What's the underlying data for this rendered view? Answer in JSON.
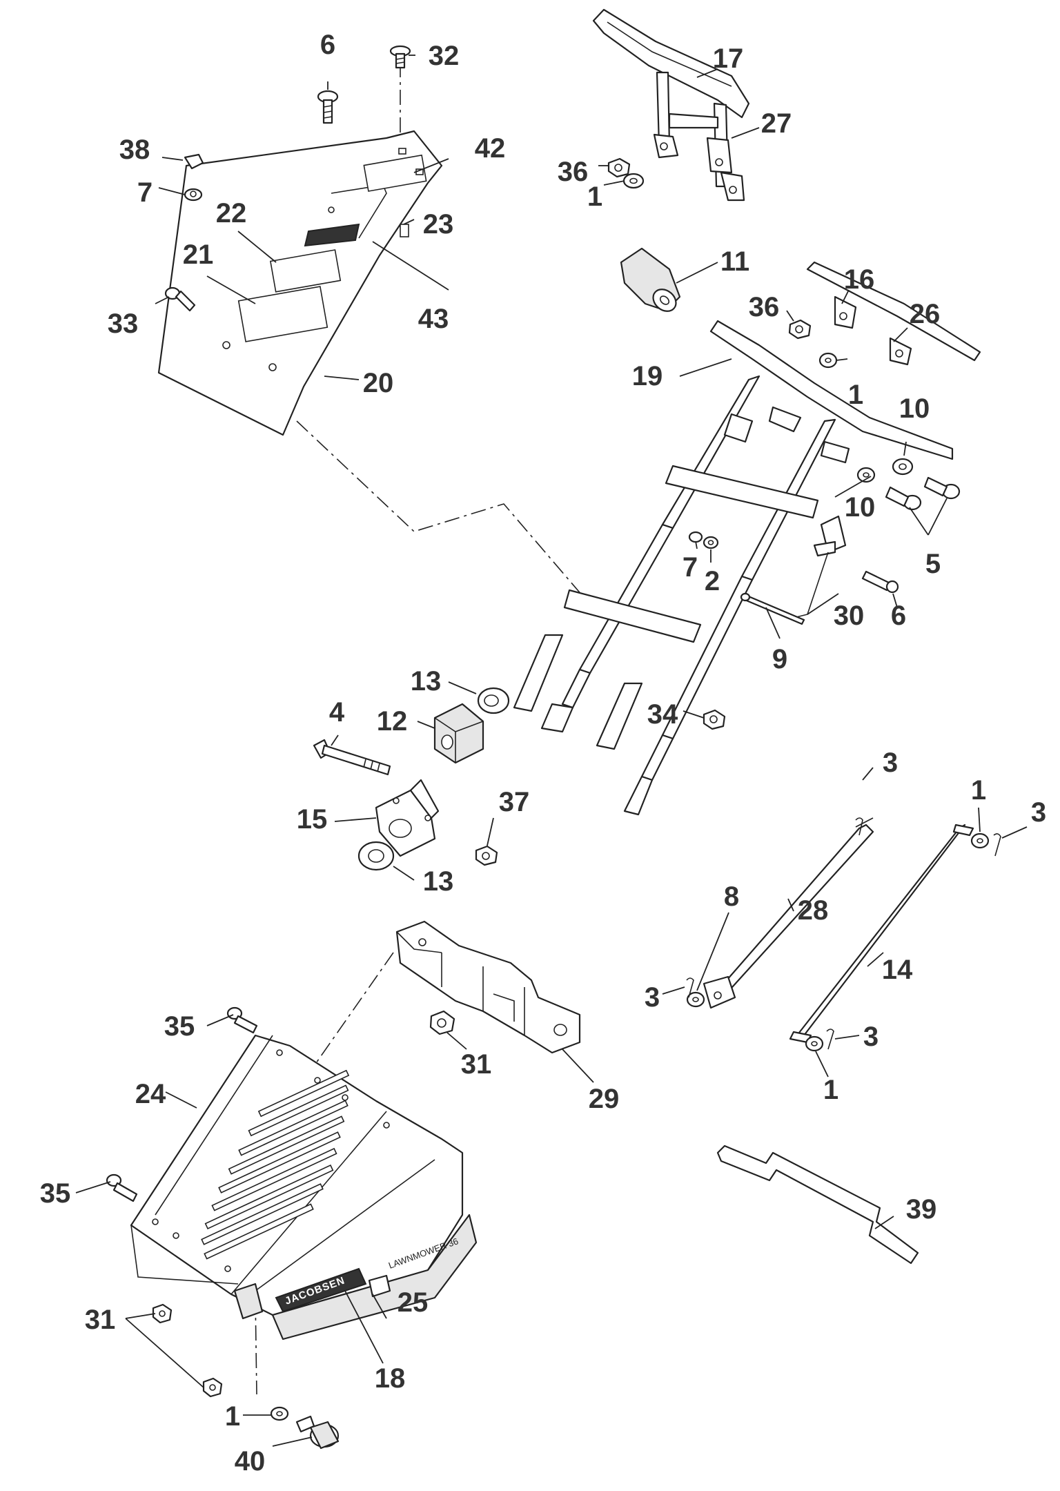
{
  "diagram": {
    "brand_label": "JACOBSEN",
    "model_label": "LAWNMOWER 36",
    "callouts": [
      {
        "id": "c6-top",
        "text": "6"
      },
      {
        "id": "c32",
        "text": "32"
      },
      {
        "id": "c17",
        "text": "17"
      },
      {
        "id": "c27",
        "text": "27"
      },
      {
        "id": "c36-top",
        "text": "36"
      },
      {
        "id": "c1-top",
        "text": "1"
      },
      {
        "id": "c38",
        "text": "38"
      },
      {
        "id": "c42",
        "text": "42"
      },
      {
        "id": "c7-top",
        "text": "7"
      },
      {
        "id": "c22",
        "text": "22"
      },
      {
        "id": "c23",
        "text": "23"
      },
      {
        "id": "c21",
        "text": "21"
      },
      {
        "id": "c33",
        "text": "33"
      },
      {
        "id": "c43",
        "text": "43"
      },
      {
        "id": "c20",
        "text": "20"
      },
      {
        "id": "c11",
        "text": "11"
      },
      {
        "id": "c16",
        "text": "16"
      },
      {
        "id": "c36-mid",
        "text": "36"
      },
      {
        "id": "c26",
        "text": "26"
      },
      {
        "id": "c19",
        "text": "19"
      },
      {
        "id": "c1-mid",
        "text": "1"
      },
      {
        "id": "c10-a",
        "text": "10"
      },
      {
        "id": "c10-b",
        "text": "10"
      },
      {
        "id": "c5",
        "text": "5"
      },
      {
        "id": "c7-mid",
        "text": "7"
      },
      {
        "id": "c2",
        "text": "2"
      },
      {
        "id": "c30",
        "text": "30"
      },
      {
        "id": "c6-mid",
        "text": "6"
      },
      {
        "id": "c9",
        "text": "9"
      },
      {
        "id": "c13-a",
        "text": "13"
      },
      {
        "id": "c34",
        "text": "34"
      },
      {
        "id": "c12",
        "text": "12"
      },
      {
        "id": "c4",
        "text": "4"
      },
      {
        "id": "c37",
        "text": "37"
      },
      {
        "id": "c15",
        "text": "15"
      },
      {
        "id": "c13-b",
        "text": "13"
      },
      {
        "id": "c3-a",
        "text": "3"
      },
      {
        "id": "c1-r",
        "text": "1"
      },
      {
        "id": "c3-b",
        "text": "3"
      },
      {
        "id": "c8",
        "text": "8"
      },
      {
        "id": "c28",
        "text": "28"
      },
      {
        "id": "c14",
        "text": "14"
      },
      {
        "id": "c3-c",
        "text": "3"
      },
      {
        "id": "c3-d",
        "text": "3"
      },
      {
        "id": "c1-rb",
        "text": "1"
      },
      {
        "id": "c35-a",
        "text": "35"
      },
      {
        "id": "c31-a",
        "text": "31"
      },
      {
        "id": "c29",
        "text": "29"
      },
      {
        "id": "c24",
        "text": "24"
      },
      {
        "id": "c35-b",
        "text": "35"
      },
      {
        "id": "c25",
        "text": "25"
      },
      {
        "id": "c31-b",
        "text": "31"
      },
      {
        "id": "c18",
        "text": "18"
      },
      {
        "id": "c1-bot",
        "text": "1"
      },
      {
        "id": "c40",
        "text": "40"
      },
      {
        "id": "c39",
        "text": "39"
      }
    ]
  }
}
